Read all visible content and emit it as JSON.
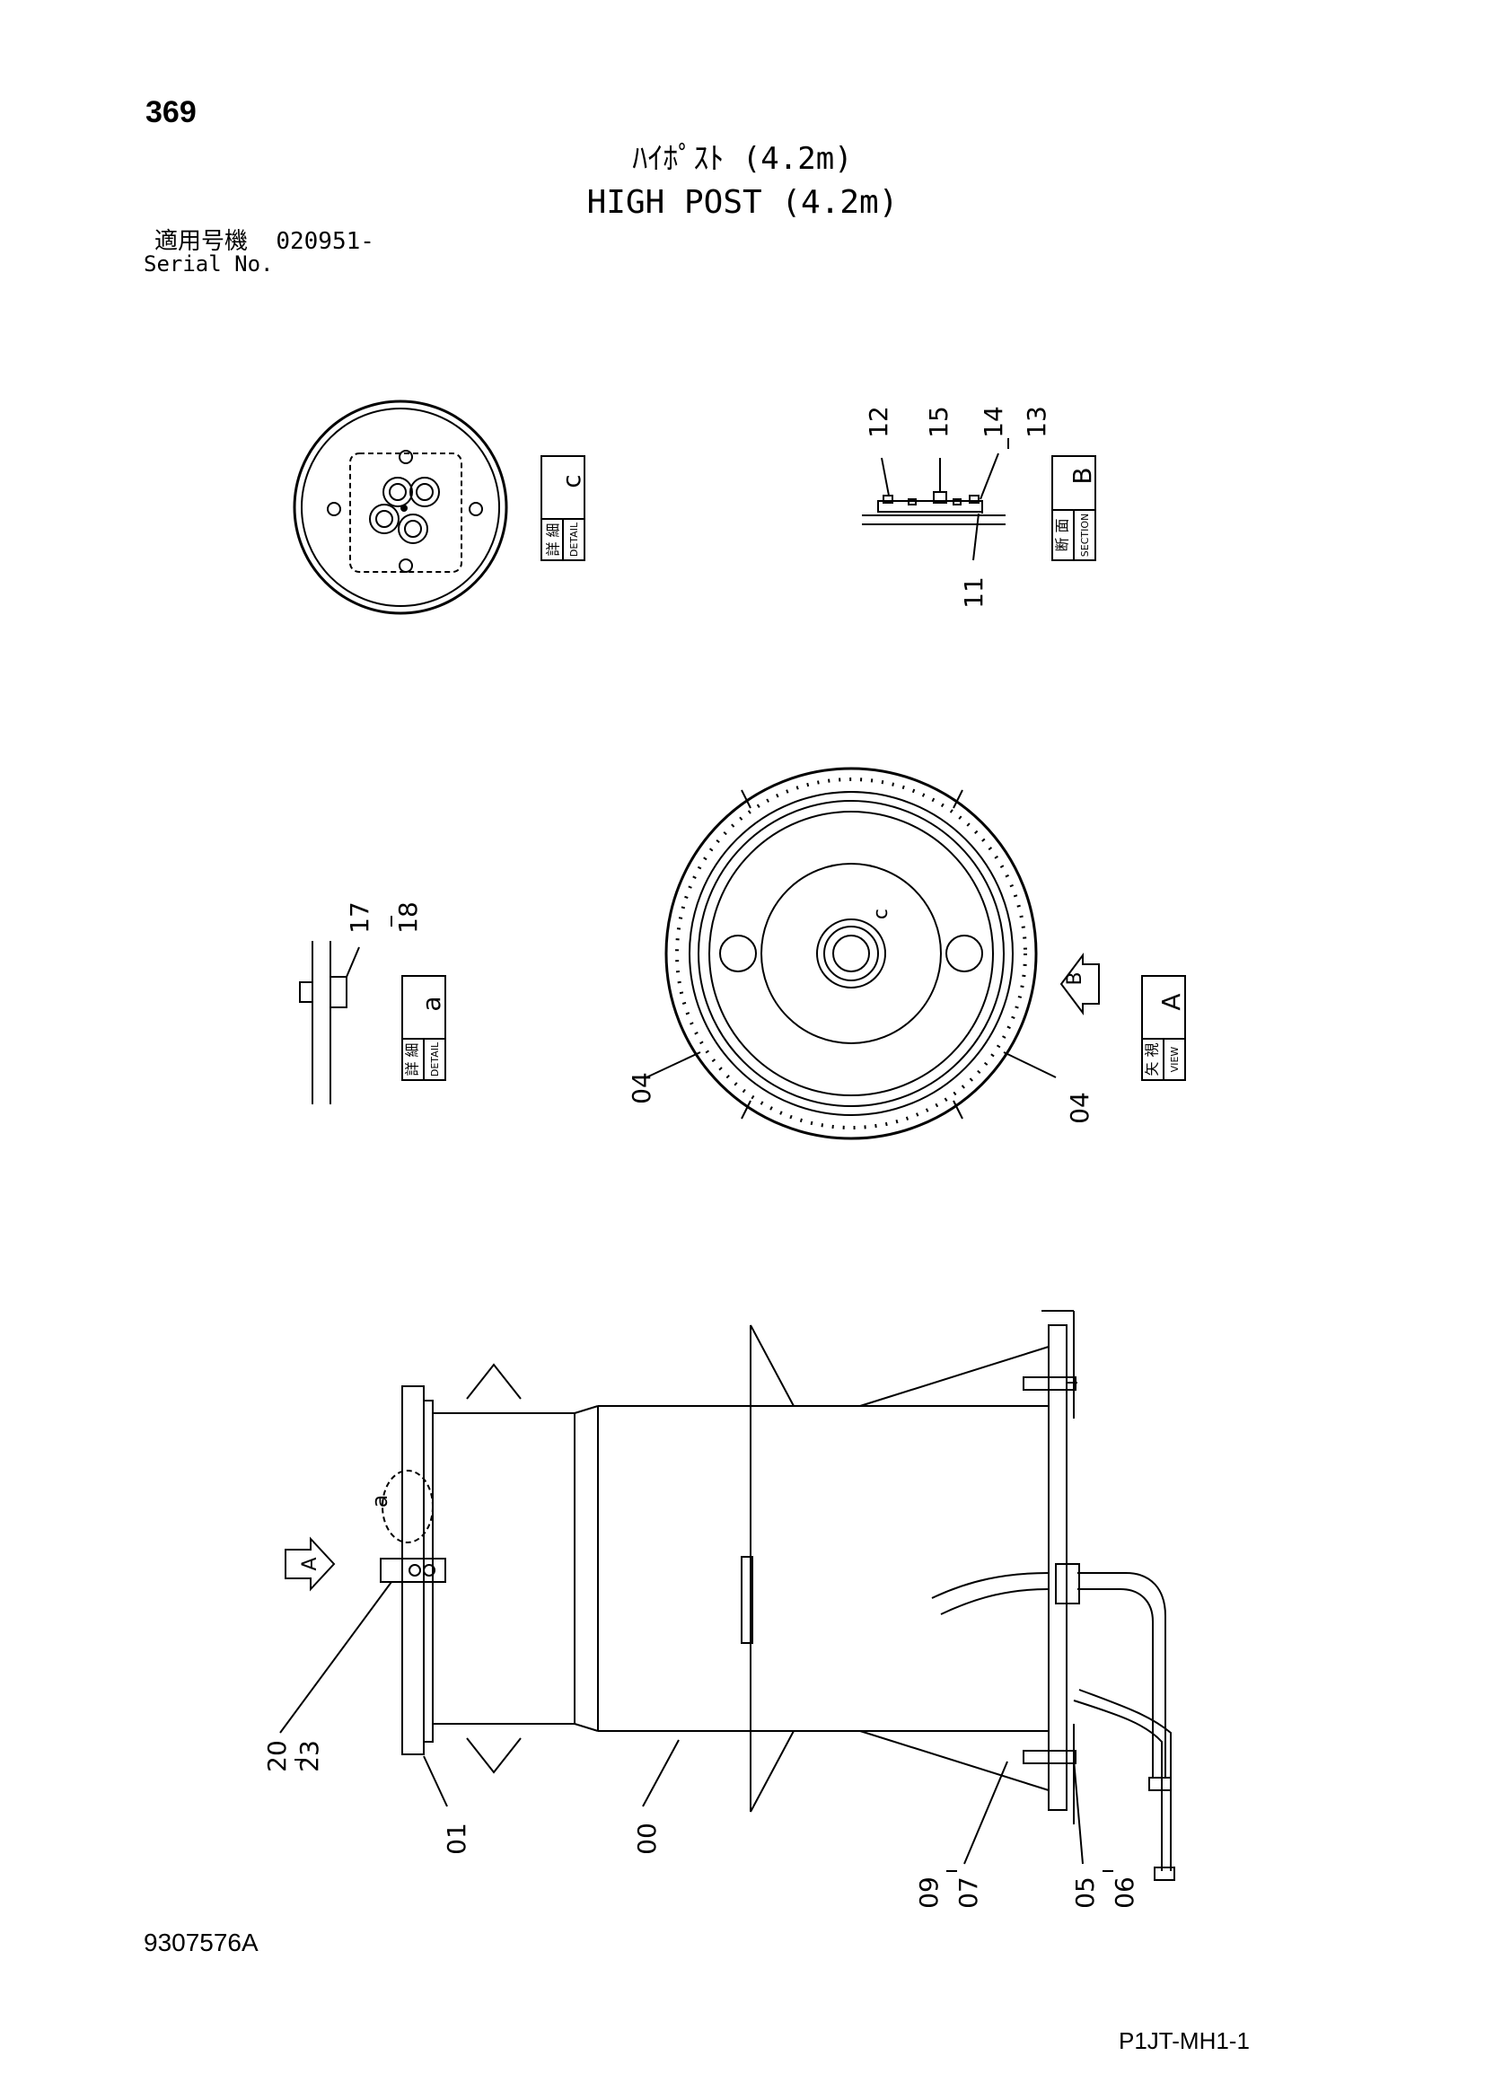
{
  "header": {
    "page_number": "369",
    "title_jp": "ﾊｲﾎﾟｽﾄ (4.2m)",
    "title_en": "HIGH POST (4.2m)",
    "serial_label_jp": "適用号機",
    "serial_value": "020951-",
    "serial_label_en": "Serial No."
  },
  "views": {
    "detail_c": {
      "letter": "c",
      "jp": "詳 細",
      "en": "DETAIL"
    },
    "section_b": {
      "letter": "B",
      "jp": "断 面",
      "en": "SECTION"
    },
    "detail_a": {
      "letter": "a",
      "jp": "詳 細",
      "en": "DETAIL"
    },
    "view_a": {
      "letter": "A",
      "jp": "矢 視",
      "en": "VIEW"
    }
  },
  "markers": {
    "c_on_plan": "c",
    "b_arrow": "B",
    "a_arrow": "A",
    "a_circle": "a"
  },
  "callouts": {
    "section_top": [
      "12",
      "15",
      "14",
      "13"
    ],
    "section_bottom": "11",
    "detail_a_top": [
      "17",
      "18"
    ],
    "plan_left": "04",
    "plan_right": "04",
    "elev_20": "20",
    "elev_23": "23",
    "elev_01": "01",
    "elev_00": "00",
    "elev_09": "09",
    "elev_07": "07",
    "elev_05": "05",
    "elev_06": "06"
  },
  "footer": {
    "drawing_number": "9307576A",
    "sheet_code": "P1JT-MH1-1"
  }
}
